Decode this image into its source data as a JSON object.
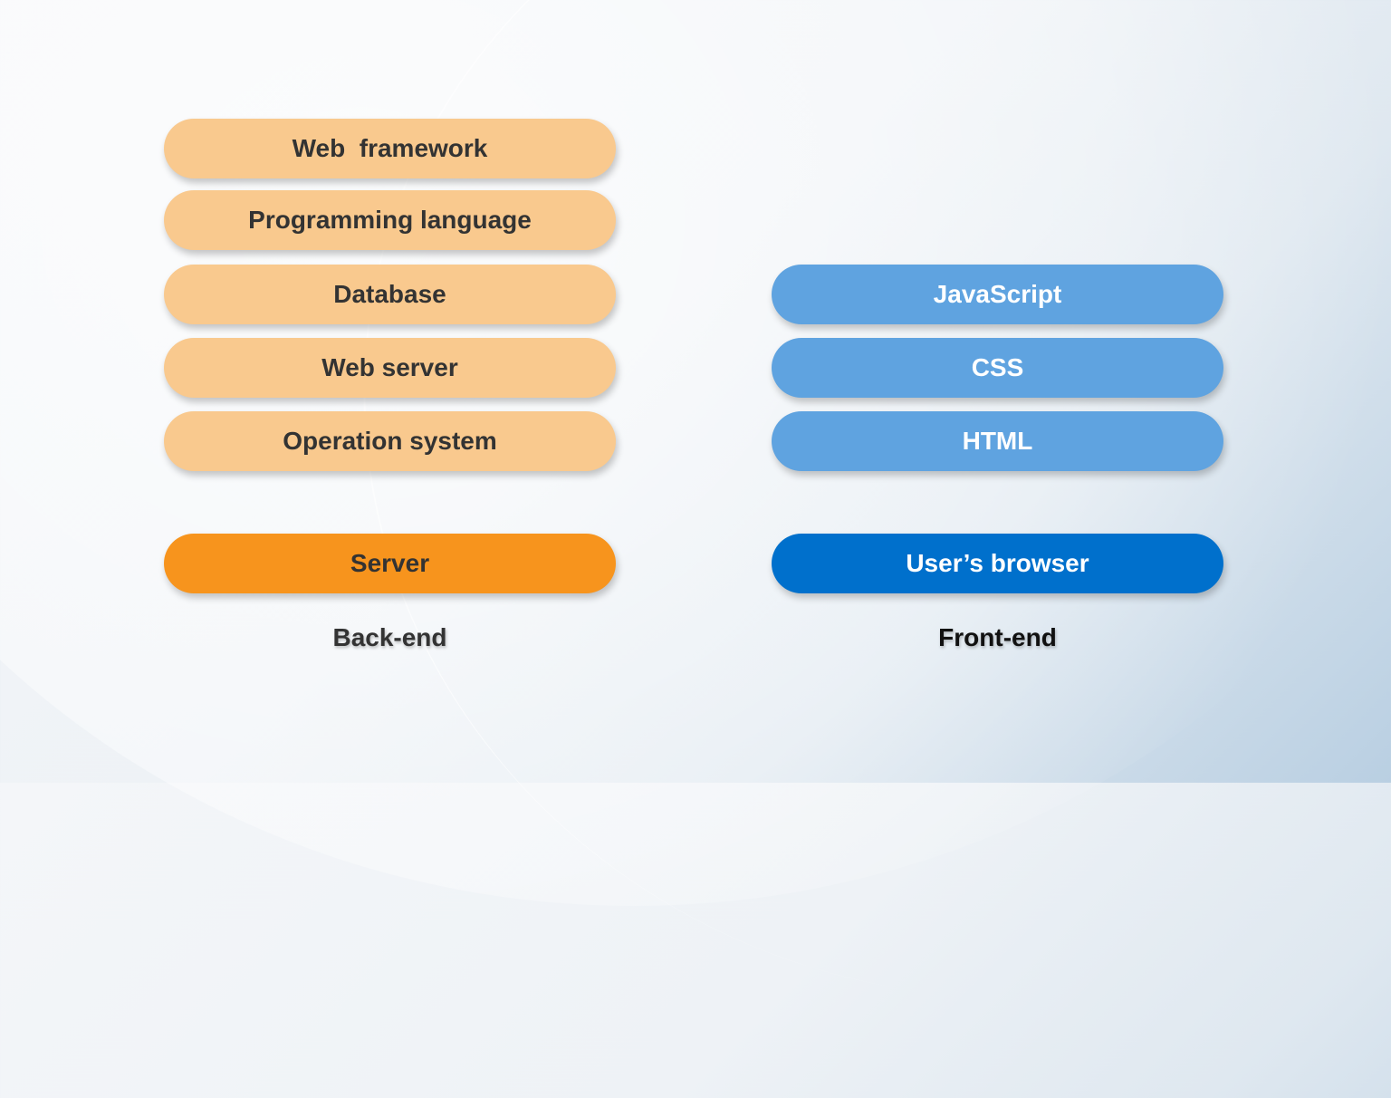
{
  "backend": {
    "stack": [
      {
        "label": "Web  framework"
      },
      {
        "label": "Programming language"
      },
      {
        "label": "Database"
      },
      {
        "label": "Web server"
      },
      {
        "label": "Operation system"
      }
    ],
    "base": {
      "label": "Server"
    },
    "caption": "Back-end",
    "colors": {
      "layer": "#f9c98e",
      "base": "#f7941d",
      "text": "#333333"
    }
  },
  "frontend": {
    "stack": [
      {
        "label": "JavaScript"
      },
      {
        "label": "CSS"
      },
      {
        "label": "HTML"
      }
    ],
    "base": {
      "label": "User’s browser"
    },
    "caption": "Front-end",
    "colors": {
      "layer": "#5fa3e0",
      "base": "#0070cc",
      "text": "#ffffff"
    }
  }
}
